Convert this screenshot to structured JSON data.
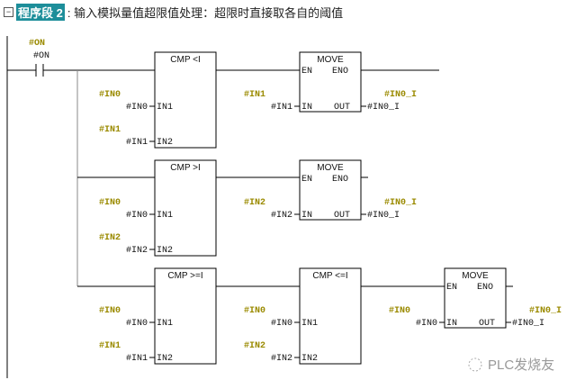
{
  "header": {
    "toggle": "−",
    "network_label": "程序段 2",
    "comment": ": 输入模拟量值超限值处理：超限时直接取各自的阈值"
  },
  "contact": {
    "symbol": "#ON",
    "operand": "#ON"
  },
  "blocks": [
    {
      "title": "CMP <I",
      "pins": [
        {
          "pin": "IN1",
          "sym": "#IN0",
          "op": "#IN0"
        },
        {
          "pin": "IN2",
          "sym": "#IN1",
          "op": "#IN1"
        }
      ]
    },
    {
      "title": "MOVE",
      "en": "EN",
      "eno": "ENO",
      "in_pin": "IN",
      "out_pin": "OUT",
      "in_sym": "#IN1",
      "in_op": "#IN1",
      "out_sym": "#IN0_I",
      "out_op": "#IN0_I"
    },
    {
      "title": "CMP >I",
      "pins": [
        {
          "pin": "IN1",
          "sym": "#IN0",
          "op": "#IN0"
        },
        {
          "pin": "IN2",
          "sym": "#IN2",
          "op": "#IN2"
        }
      ]
    },
    {
      "title": "MOVE",
      "en": "EN",
      "eno": "ENO",
      "in_pin": "IN",
      "out_pin": "OUT",
      "in_sym": "#IN2",
      "in_op": "#IN2",
      "out_sym": "#IN0_I",
      "out_op": "#IN0_I"
    },
    {
      "title": "CMP >=I",
      "pins": [
        {
          "pin": "IN1",
          "sym": "#IN0",
          "op": "#IN0"
        },
        {
          "pin": "IN2",
          "sym": "#IN1",
          "op": "#IN1"
        }
      ]
    },
    {
      "title": "CMP <=I",
      "pins": [
        {
          "pin": "IN1",
          "sym": "#IN0",
          "op": "#IN0"
        },
        {
          "pin": "IN2",
          "sym": "#IN2",
          "op": "#IN2"
        }
      ]
    },
    {
      "title": "MOVE",
      "en": "EN",
      "eno": "ENO",
      "in_pin": "IN",
      "out_pin": "OUT",
      "in_sym": "#IN0",
      "in_op": "#IN0",
      "out_sym": "#IN0_I",
      "out_op": "#IN0_I"
    }
  ],
  "watermark": "PLC发烧友"
}
